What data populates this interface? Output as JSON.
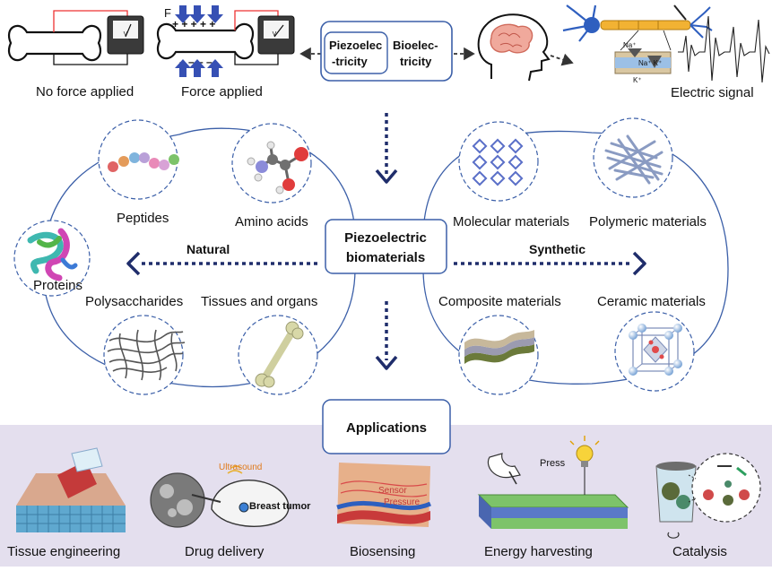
{
  "top": {
    "force_symbol": "F",
    "plus_signs": "+ + + + +",
    "minus_signs": "– – – –",
    "no_force_label": "No force applied",
    "force_label": "Force applied",
    "piezo_label_line1": "Piezoelec",
    "piezo_label_line2": "-tricity",
    "bio_label_line1": "Bioelec-",
    "bio_label_line2": "tricity",
    "na_label": "Na⁺",
    "na_k_label": "Na⁺ K⁺",
    "k_label": "K⁺",
    "signal_label": "Electric signal"
  },
  "center": {
    "line1": "Piezoelectric",
    "line2": "biomaterials",
    "natural_label": "Natural",
    "synthetic_label": "Synthetic"
  },
  "natural": {
    "peptides": "Peptides",
    "amino_acids": "Amino acids",
    "proteins": "Proteins",
    "polysaccharides": "Polysaccharides",
    "tissues_organs": "Tissues and organs"
  },
  "synthetic": {
    "molecular": "Molecular materials",
    "polymeric": "Polymeric materials",
    "composite": "Composite materials",
    "ceramic": "Ceramic materials"
  },
  "applications": {
    "title": "Applications",
    "ultrasound": "Ultrasound",
    "breast_tumor": "Breast tumor",
    "sensor": "Sensor",
    "pressure": "Pressure",
    "press": "Press",
    "items": [
      {
        "label": "Tissue engineering"
      },
      {
        "label": "Drug delivery"
      },
      {
        "label": "Biosensing"
      },
      {
        "label": "Energy harvesting"
      },
      {
        "label": "Catalysis"
      }
    ]
  },
  "colors": {
    "accent_navy": "#1f2d6b",
    "ring_blue": "#3b5fa8",
    "bottom_band": "#e4dfee"
  }
}
